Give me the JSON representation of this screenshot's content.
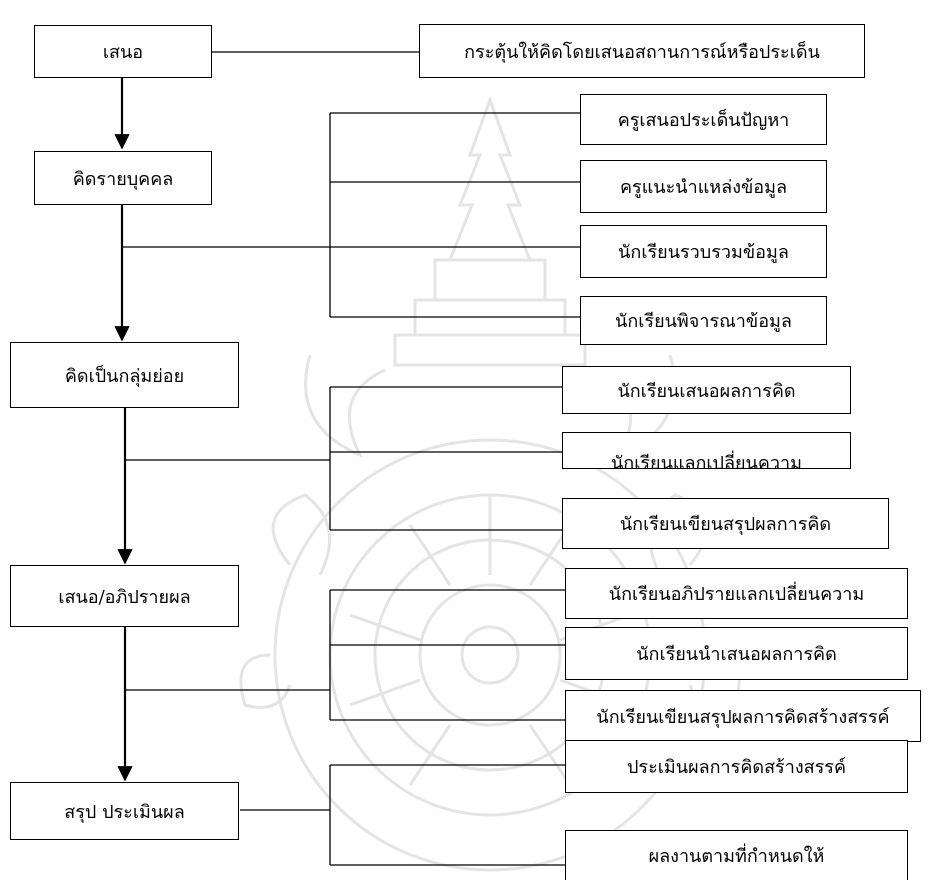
{
  "diagram": {
    "steps": [
      {
        "label": "เสนอ",
        "details": [
          "กระตุ้นให้คิดโดยเสนอสถานการณ์หรือประเด็น"
        ]
      },
      {
        "label": "คิดรายบุคคล",
        "details": [
          "ครูเสนอประเด็นปัญหา",
          "ครูแนะนำแหล่งข้อมูล",
          "นักเรียนรวบรวมข้อมูล",
          "นักเรียนพิจารณาข้อมูล"
        ]
      },
      {
        "label": "คิดเป็นกลุ่มย่อย",
        "details": [
          "นักเรียนเสนอผลการคิด",
          "นักเรียนแลกเปลี่ยนความ",
          "นักเรียนเขียนสรุปผลการคิด"
        ]
      },
      {
        "label": "เสนอ/อภิปรายผล",
        "details": [
          "นักเรียนอภิปรายแลกเปลี่ยนความ",
          "นักเรียนนำเสนอผลการคิด",
          "นักเรียนเขียนสรุปผลการคิดสร้างสรรค์"
        ]
      },
      {
        "label": "สรุป ประเมินผล",
        "details": [
          "ประเมินผลการคิดสร้างสรรค์",
          "ผลงานตามที่กำหนดให้"
        ]
      }
    ]
  }
}
